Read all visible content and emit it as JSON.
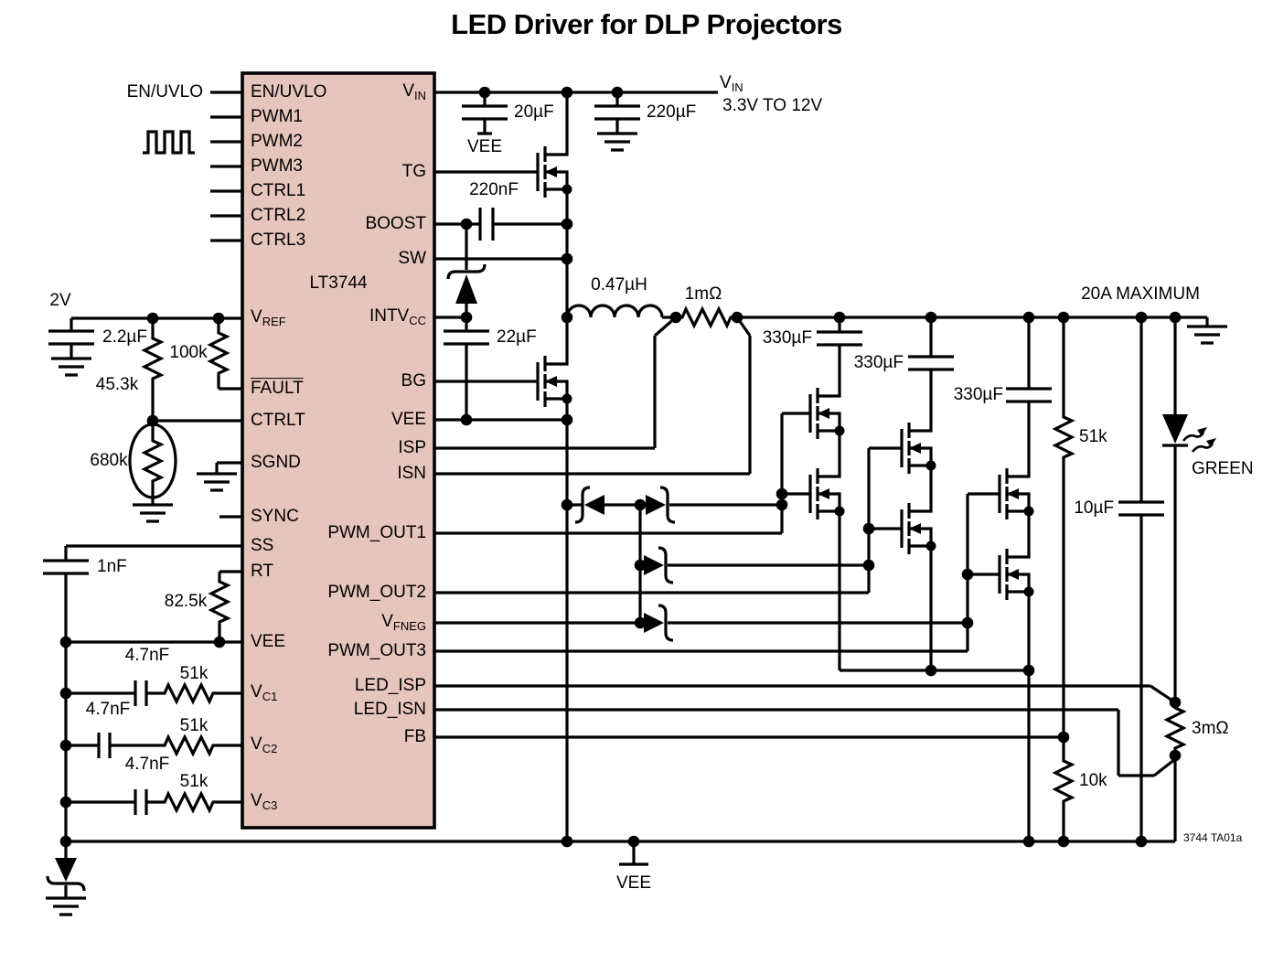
{
  "title": "LED Driver for DLP Projectors",
  "ic": {
    "part": "LT3744"
  },
  "pins": {
    "left": {
      "en_uvlo": "EN/UVLO",
      "pwm1": "PWM1",
      "pwm2": "PWM2",
      "pwm3": "PWM3",
      "ctrl1": "CTRL1",
      "ctrl2": "CTRL2",
      "ctrl3": "CTRL3",
      "vref": {
        "m": "V",
        "s": "REF"
      },
      "fault": "FAULT",
      "ctrlt": "CTRLT",
      "sgnd": "SGND",
      "sync": "SYNC",
      "ss": "SS",
      "rt": "RT",
      "vee": "VEE",
      "vc1": {
        "m": "V",
        "s": "C1"
      },
      "vc2": {
        "m": "V",
        "s": "C2"
      },
      "vc3": {
        "m": "V",
        "s": "C3"
      }
    },
    "right": {
      "vin": {
        "m": "V",
        "s": "IN"
      },
      "tg": "TG",
      "boost": "BOOST",
      "sw": "SW",
      "intvcc": {
        "m": "INTV",
        "s": "CC"
      },
      "bg": "BG",
      "vee": "VEE",
      "isp": "ISP",
      "isn": "ISN",
      "pwm_out1": "PWM_OUT1",
      "pwm_out2": "PWM_OUT2",
      "vfneg": {
        "m": "V",
        "s": "FNEG"
      },
      "pwm_out3": "PWM_OUT3",
      "led_isp": "LED_ISP",
      "led_isn": "LED_ISN",
      "fb": "FB"
    }
  },
  "components": {
    "vref_voltage": "2V",
    "c_2u2": "2.2µF",
    "r_100k": "100k",
    "r_45k3": "45.3k",
    "r_680k": "680k",
    "c_1n": "1nF",
    "r_82k5": "82.5k",
    "c_4n7": "4.7nF",
    "r_51k": "51k",
    "c_20u": "20µF",
    "vee": "VEE",
    "c_220n": "220nF",
    "c_220u": "220µF",
    "vin": {
      "m": "V",
      "s": "IN"
    },
    "vin_range": "3.3V TO 12V",
    "c_22u": "22µF",
    "l_047u": "0.47µH",
    "r_1m": "1mΩ",
    "out_max": "20A MAXIMUM",
    "c_330u": "330µF",
    "r_51k_fb": "51k",
    "c_10u": "10µF",
    "led_color": "GREEN",
    "r_3m": "3mΩ",
    "r_10k": "10k",
    "note": "3744 TA01a",
    "vee_term": "VEE"
  }
}
